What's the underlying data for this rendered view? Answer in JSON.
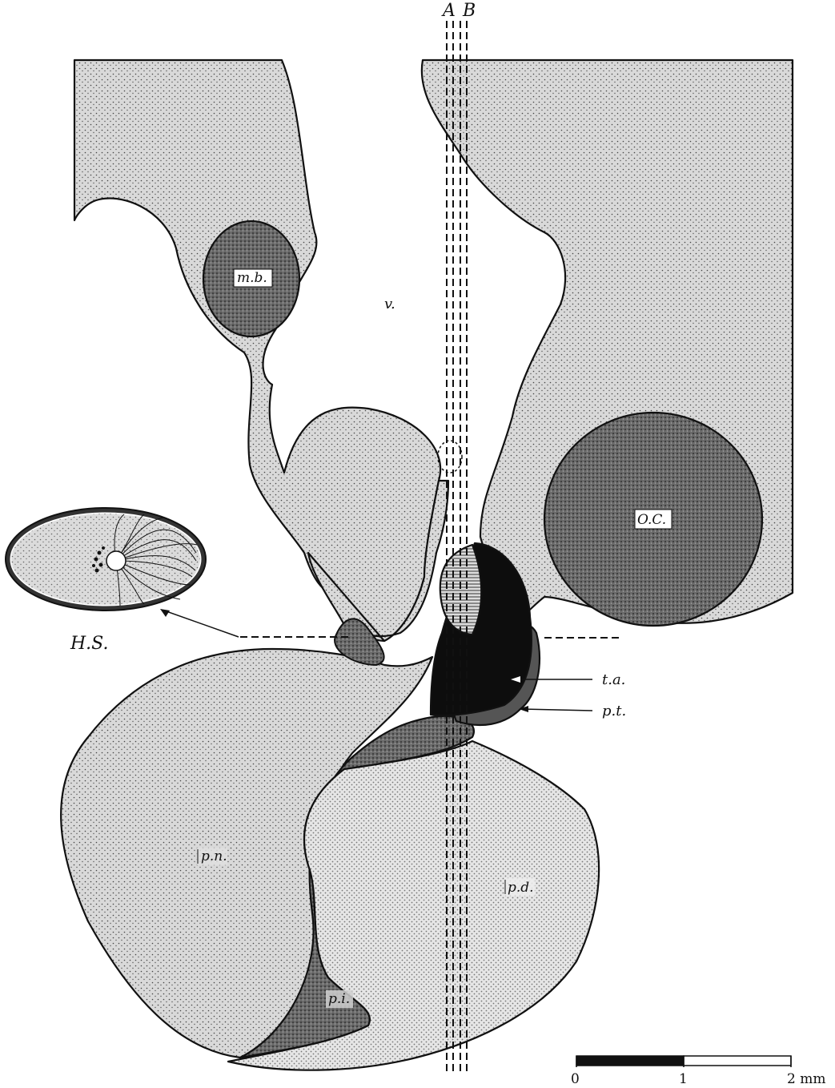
{
  "section_lines": {
    "a": "A",
    "b": "B"
  },
  "regions": {
    "mb": "m.b.",
    "v": "v.",
    "oc": "O.C.",
    "hs": "H.S.",
    "ta": "t.a.",
    "pt": "p.t.",
    "pn": "p.n.",
    "pd": "p.d.",
    "pi": "p.i."
  },
  "scale_bar": {
    "zero": "0",
    "one": "1",
    "two": "2 mm"
  },
  "colors": {
    "brain_stipple": "#bdbdbd",
    "dense_stipple": "#6a6a6a",
    "pd_stipple": "#d6d6d6",
    "ink": "#111111"
  }
}
